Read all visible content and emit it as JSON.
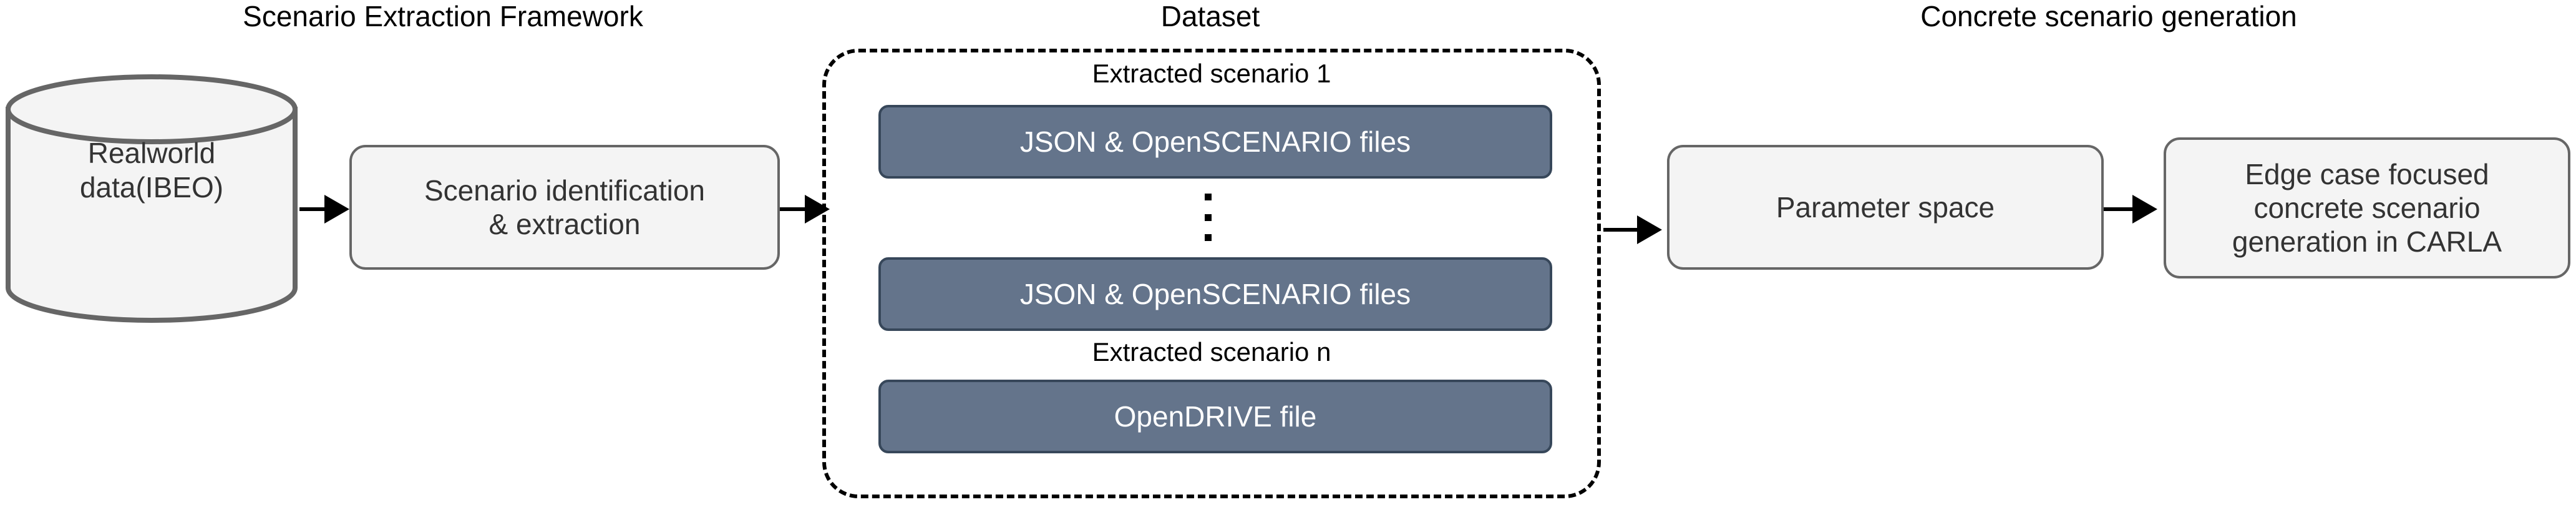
{
  "diagram": {
    "title_left": "Scenario Extraction Framework",
    "title_center": "Dataset",
    "title_right": "Concrete scenario generation"
  },
  "nodes": {
    "database": {
      "label_line1": "Realworld",
      "label_line2": "data(IBEO)",
      "icon": "database-cylinder-icon"
    },
    "scenario_identification": {
      "label_line1": "Scenario identification",
      "label_line2": "& extraction"
    },
    "parameter_space": {
      "label": "Parameter space"
    },
    "concrete_generation": {
      "label_line1": "Edge case focused",
      "label_line2": "concrete scenario",
      "label_line3": "generation in CARLA"
    }
  },
  "dataset": {
    "caption_first": "Extracted scenario 1",
    "caption_last": "Extracted scenario n",
    "ellipsis": "vertical-ellipsis",
    "files": [
      {
        "label": "JSON & OpenSCENARIO files"
      },
      {
        "label": "JSON & OpenSCENARIO files"
      },
      {
        "label": "OpenDRIVE file"
      }
    ]
  },
  "connectors": [
    {
      "name": "database-to-identification",
      "icon": "arrow-right-icon"
    },
    {
      "name": "identification-to-dataset",
      "icon": "arrow-right-icon"
    },
    {
      "name": "dataset-to-parameter-space",
      "icon": "arrow-right-icon"
    },
    {
      "name": "parameter-space-to-generation",
      "icon": "arrow-right-icon"
    }
  ],
  "colors": {
    "box_fill": "#f4f4f4",
    "box_stroke": "#666666",
    "file_fill": "#64748b",
    "file_stroke": "#37475a",
    "text_dark": "#333333",
    "text_light": "#ffffff",
    "dashed_stroke": "#000000",
    "arrow": "#000000"
  }
}
